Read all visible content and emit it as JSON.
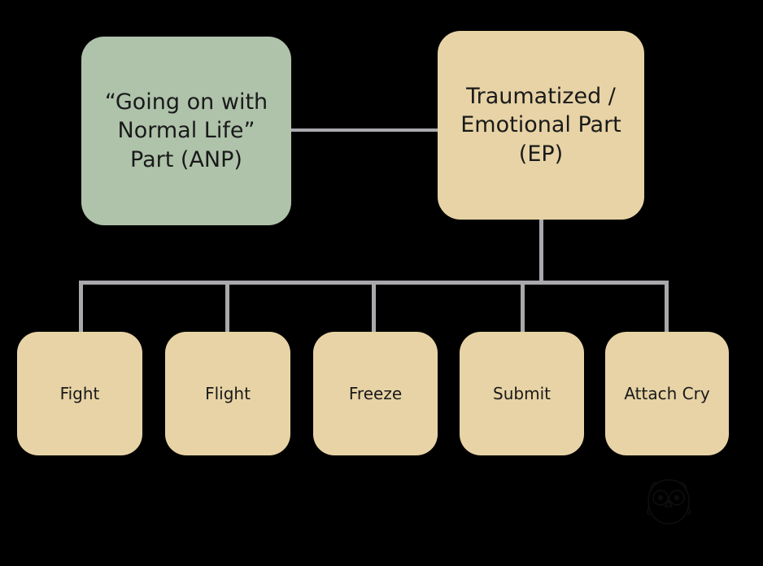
{
  "diagram": {
    "background_color": "#000000",
    "connector_color": "#A9A9AD",
    "nodes": {
      "anp": {
        "label": "“Going on with\nNormal Life”\nPart (ANP)",
        "color": "#AFC3AB",
        "text_color": "#1a1a1a"
      },
      "ep": {
        "label": "Traumatized /\nEmotional Part\n(EP)",
        "color": "#E7D3A5",
        "text_color": "#1a1a1a"
      }
    },
    "children": [
      {
        "label": "Fight",
        "color": "#E7D3A5"
      },
      {
        "label": "Flight",
        "color": "#E7D3A5"
      },
      {
        "label": "Freeze",
        "color": "#E7D3A5"
      },
      {
        "label": "Submit",
        "color": "#E7D3A5"
      },
      {
        "label": "Attach Cry",
        "color": "#E7D3A5"
      }
    ],
    "watermark": {
      "icon": "owl-logo-watermark"
    }
  }
}
